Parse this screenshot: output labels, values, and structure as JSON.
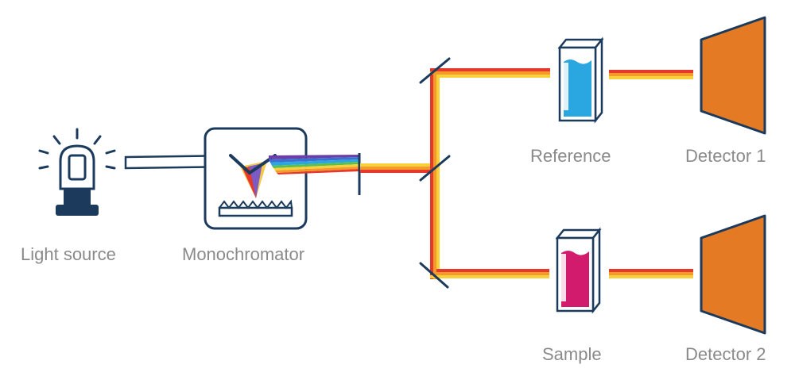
{
  "labels": {
    "light_source": "Light source",
    "monochromator": "Monochromator",
    "reference": "Reference",
    "sample": "Sample",
    "detector_1": "Detector 1",
    "detector_2": "Detector 2"
  },
  "colors": {
    "outline": "#1b3a5c",
    "detector_fill": "#e57a25",
    "reference_liquid": "#2aa6e0",
    "sample_liquid": "#d31b6e",
    "beam_red": "#e6382b",
    "beam_orange": "#f39a2b",
    "beam_yellow": "#f7d03c",
    "label_text": "#8a8a8a"
  },
  "icons": [
    "light-bulb-icon",
    "monochromator-box-icon",
    "cuvette-icon",
    "detector-icon"
  ]
}
